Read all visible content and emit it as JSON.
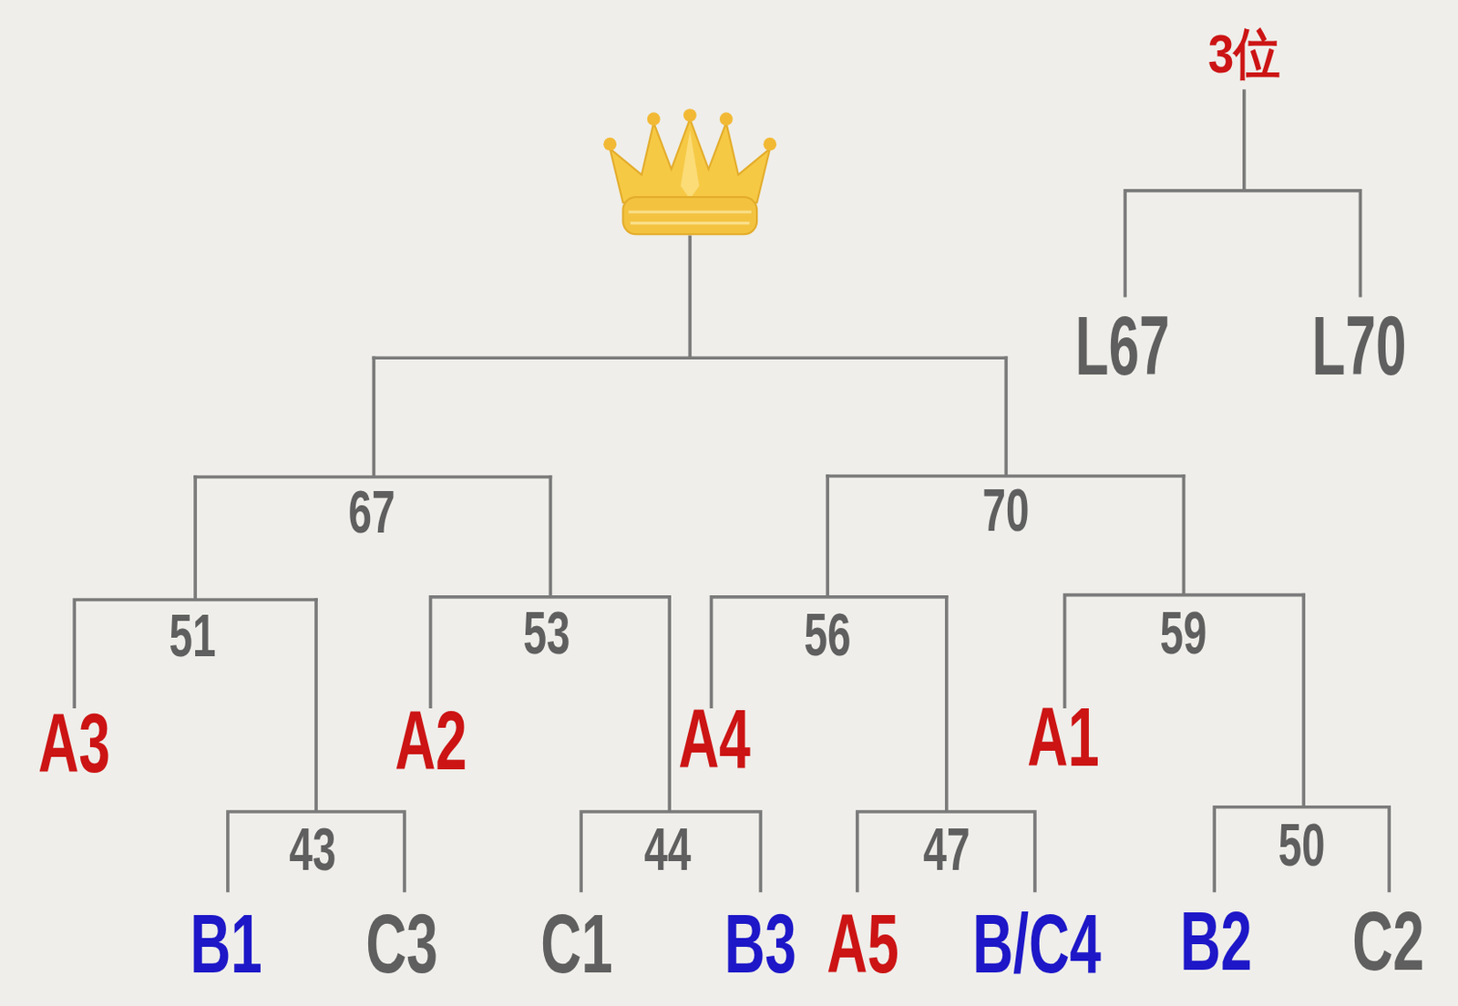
{
  "diagram": {
    "labels": [
      "3位",
      "L67",
      "L70",
      "67",
      "70",
      "51",
      "53",
      "56",
      "59",
      "A3",
      "A2",
      "A4",
      "A1",
      "43",
      "44",
      "47",
      "50",
      "B1",
      "C3",
      "C1",
      "B3",
      "A5",
      "B/C4",
      "B2",
      "C2"
    ]
  }
}
